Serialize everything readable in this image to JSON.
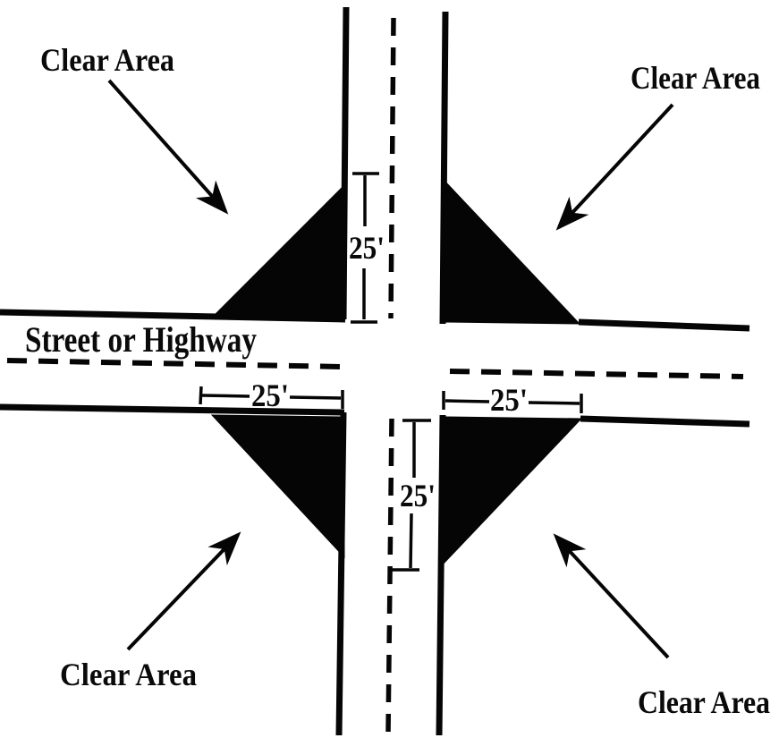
{
  "diagram": {
    "kind": "intersection-clear-vision-area",
    "street_label": "Street or Highway",
    "corners": {
      "top_left": {
        "label": "Clear Area"
      },
      "top_right": {
        "label": "Clear Area"
      },
      "bottom_left": {
        "label": "Clear Area"
      },
      "bottom_right": {
        "label": "Clear Area"
      }
    },
    "dimensions": {
      "top_vertical": "25'",
      "bottom_center_vertical": "25'",
      "bottom_left_horizontal": "25'",
      "bottom_right_horizontal": "25'"
    },
    "colors": {
      "ink": "#050505",
      "paper": "#ffffff"
    }
  }
}
